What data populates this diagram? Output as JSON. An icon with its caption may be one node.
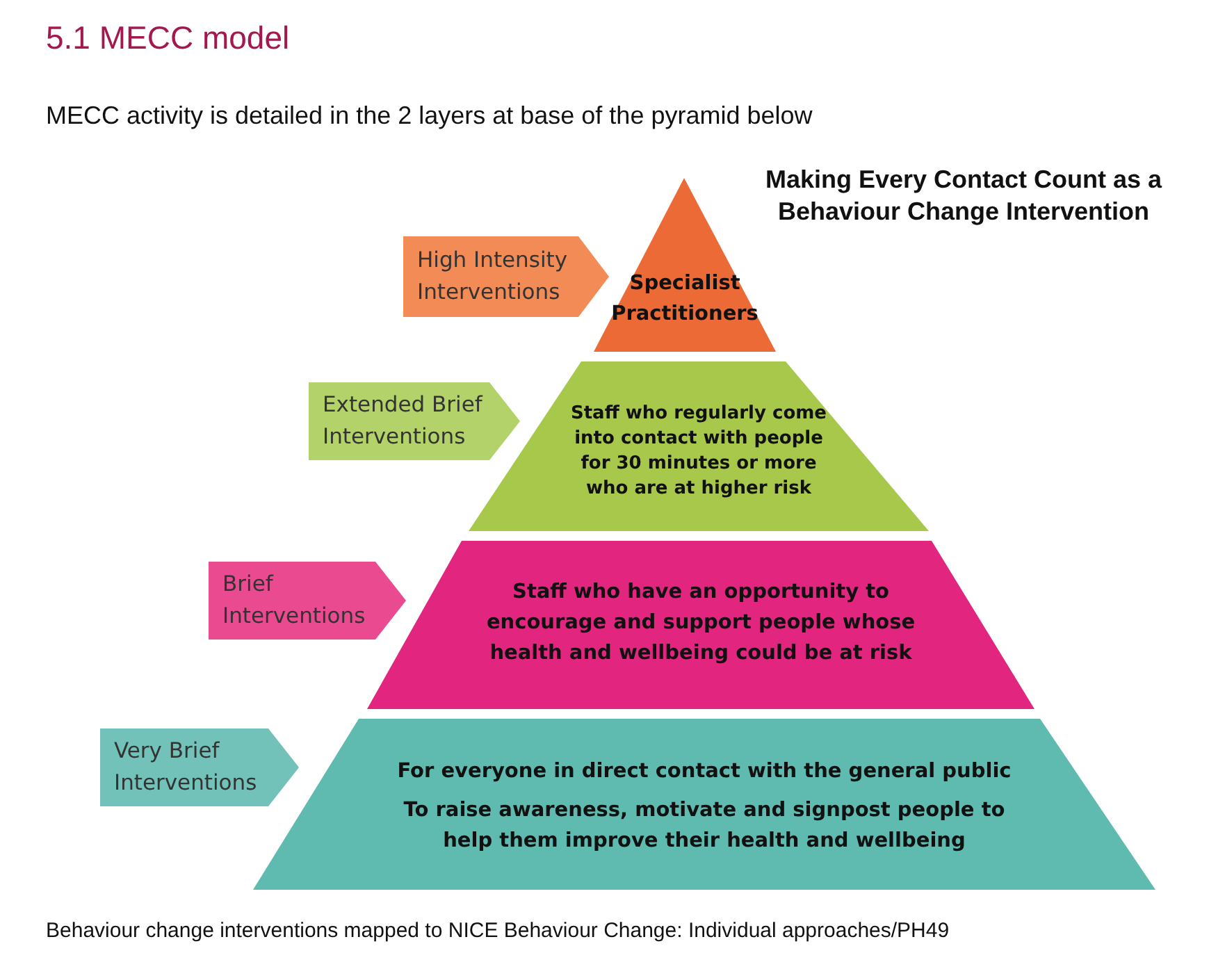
{
  "diagram": {
    "title": "5.1 MECC model",
    "caption": "Behaviour change interventions mapped to NICE Behaviour Change: Individual approaches/PH49",
    "nodes": [
      {
        "text": [
          "High Intensity Interventions"
        ]
      },
      {
        "text": [
          "Specialist Practitioners"
        ]
      },
      {
        "text": [
          "Extended Brief Interventions"
        ]
      },
      {
        "text": [
          "Staff who regularly come into contact with people for 30 minutes or more who are at higher risk"
        ]
      },
      {
        "text": [
          "Brief Interventions"
        ]
      },
      {
        "text": [
          "Staff who have an opportunity to encourage and support people whose health and wellbeing could be at risk"
        ]
      },
      {
        "text": [
          "Very Brief Interventions"
        ]
      },
      {
        "text": [
          "For everyone in direct contact with the general public",
          "To raise awareness, motivate and signpost people to help them improve their health and wellbeing"
        ]
      }
    ],
    "labels": [
      "MECC activity is detailed in the 2 layers at base of the pyramid below",
      "Making Every Contact Count as a Behaviour Change Intervention"
    ]
  }
}
